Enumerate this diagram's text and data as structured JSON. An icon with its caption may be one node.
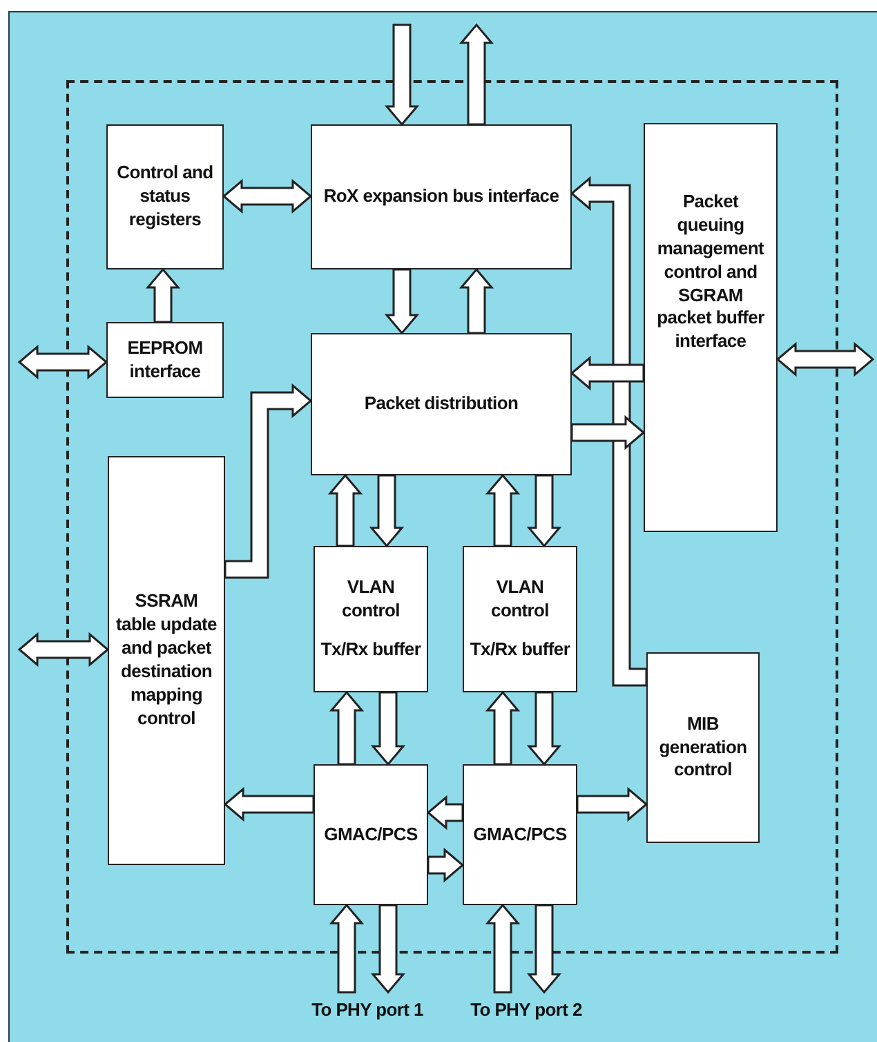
{
  "diagram": {
    "nodes": [
      {
        "text": [],
        "shape": "box"
      },
      {
        "text": [
          "Control and status registers"
        ],
        "in": 0
      },
      {
        "text": [
          "RoX expansion bus interface"
        ],
        "in": 0
      },
      {
        "text": [
          "Packet queuing management control and SGRAM packet buffer interface"
        ],
        "in": 0
      },
      {
        "text": [
          "EEPROM interface"
        ],
        "in": 0
      },
      {
        "text": [
          "Packet distribution"
        ],
        "in": 0
      },
      {
        "text": [
          "SSRAM table update and packet destination mapping control"
        ],
        "in": 0
      },
      {
        "text": [
          "VLAN control",
          "Tx/Rx buffer"
        ],
        "in": 0
      },
      {
        "text": [
          "VLAN control",
          "Tx/Rx buffer"
        ],
        "in": 0
      },
      {
        "text": [
          "MIB generation control"
        ],
        "in": 0
      },
      {
        "text": [
          "GMAC/PCS"
        ],
        "in": 0
      },
      {
        "text": [
          "GMAC/PCS"
        ],
        "in": 0
      },
      {
        "text": [
          "To PHY port 1"
        ]
      },
      {
        "text": [
          "To PHY port 2"
        ]
      }
    ],
    "edges": [
      {
        "from": null,
        "to": 2,
        "arrow": "to"
      },
      {
        "from": 2,
        "to": null,
        "arrow": "to"
      },
      {
        "from": 1,
        "to": 2,
        "arrow": "both"
      },
      {
        "from": 4,
        "to": 1,
        "arrow": "to"
      },
      {
        "from": null,
        "to": 4,
        "arrow": "both"
      },
      {
        "from": 2,
        "to": 5,
        "arrow": "to"
      },
      {
        "from": 5,
        "to": 2,
        "arrow": "to"
      },
      {
        "from": 9,
        "to": 2,
        "arrow": "to"
      },
      {
        "from": 3,
        "to": 5,
        "arrow": "to"
      },
      {
        "from": 5,
        "to": 3,
        "arrow": "to"
      },
      {
        "from": 3,
        "to": null,
        "arrow": "both"
      },
      {
        "from": 6,
        "to": 5,
        "arrow": "to"
      },
      {
        "from": null,
        "to": 6,
        "arrow": "both"
      },
      {
        "from": 7,
        "to": 5,
        "arrow": "to"
      },
      {
        "from": 5,
        "to": 7,
        "arrow": "to"
      },
      {
        "from": 8,
        "to": 5,
        "arrow": "to"
      },
      {
        "from": 5,
        "to": 8,
        "arrow": "to"
      },
      {
        "from": 10,
        "to": 7,
        "arrow": "to"
      },
      {
        "from": 7,
        "to": 10,
        "arrow": "to"
      },
      {
        "from": 11,
        "to": 8,
        "arrow": "to"
      },
      {
        "from": 8,
        "to": 11,
        "arrow": "to"
      },
      {
        "from": 10,
        "to": 6,
        "arrow": "to"
      },
      {
        "from": 11,
        "to": 10,
        "arrow": "to"
      },
      {
        "from": 10,
        "to": 11,
        "arrow": "to"
      },
      {
        "from": 11,
        "to": 9,
        "arrow": "to"
      },
      {
        "from": 12,
        "to": 10,
        "arrow": "to"
      },
      {
        "from": 10,
        "to": 12,
        "arrow": "to"
      },
      {
        "from": 13,
        "to": 11,
        "arrow": "to"
      },
      {
        "from": 11,
        "to": 13,
        "arrow": "to"
      }
    ]
  }
}
